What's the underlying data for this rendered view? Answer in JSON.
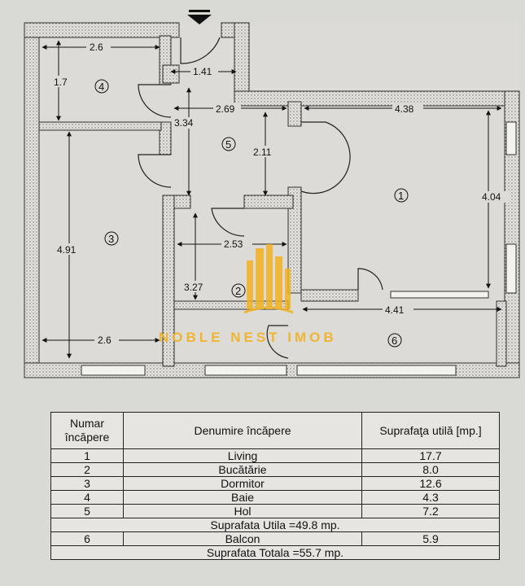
{
  "plan": {
    "dimensions": {
      "d1": "2.6",
      "d2": "1.41",
      "d3": "1.7",
      "d4": "2.69",
      "d5": "4.38",
      "d6": "3.34",
      "d7": "2.11",
      "d8": "4.04",
      "d9": "4.91",
      "d10": "2.53",
      "d11": "3.27",
      "d12": "4.41",
      "d13": "2.6"
    },
    "room_numbers": {
      "r1": "1",
      "r2": "2",
      "r3": "3",
      "r4": "4",
      "r5": "5",
      "r6": "6"
    },
    "watermark": "NOBLE NEST IMOB"
  },
  "table": {
    "headers": {
      "col1": "Numar încăpere",
      "col2": "Denumire încăpere",
      "col3": "Suprafaţa utilă [mp.]"
    },
    "rows": [
      {
        "nr": "1",
        "name": "Living",
        "area": "17.7"
      },
      {
        "nr": "2",
        "name": "Bucătărie",
        "area": "8.0"
      },
      {
        "nr": "3",
        "name": "Dormitor",
        "area": "12.6"
      },
      {
        "nr": "4",
        "name": "Baie",
        "area": "4.3"
      },
      {
        "nr": "5",
        "name": "Hol",
        "area": "7.2"
      }
    ],
    "subtotal": "Suprafata Utila =49.8 mp.",
    "balcony": {
      "nr": "6",
      "name": "Balcon",
      "area": "5.9"
    },
    "total": "Suprafata Totala =55.7 mp."
  }
}
